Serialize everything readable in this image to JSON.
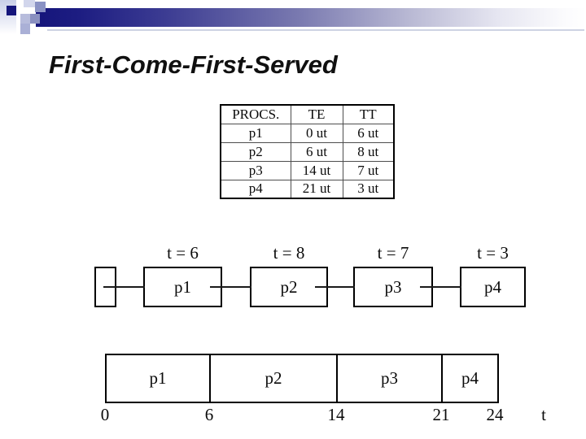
{
  "title": "First-Come-First-Served",
  "table": {
    "headers": [
      "PROCS.",
      "TE",
      "TT"
    ],
    "rows": [
      [
        "p1",
        "0 ut",
        "6 ut"
      ],
      [
        "p2",
        "6 ut",
        "8 ut"
      ],
      [
        "p3",
        "14 ut",
        "7 ut"
      ],
      [
        "p4",
        "21 ut",
        "3 ut"
      ]
    ]
  },
  "queue": {
    "nodes": [
      {
        "name": "p1",
        "time": "t = 6"
      },
      {
        "name": "p2",
        "time": "t = 8"
      },
      {
        "name": "p3",
        "time": "t = 7"
      },
      {
        "name": "p4",
        "time": "t = 3"
      }
    ]
  },
  "chart_data": {
    "type": "gantt",
    "segments": [
      {
        "label": "p1",
        "start": 0,
        "end": 6
      },
      {
        "label": "p2",
        "start": 6,
        "end": 14
      },
      {
        "label": "p3",
        "start": 14,
        "end": 21
      },
      {
        "label": "p4",
        "start": 21,
        "end": 24
      }
    ],
    "ticks": [
      "0",
      "6",
      "14",
      "21",
      "24"
    ],
    "xlabel": "t",
    "xlim": [
      0,
      24
    ]
  },
  "colors": {
    "accent_dark": "#15157b",
    "text": "#0a0a0a",
    "background": "#ffffff"
  }
}
